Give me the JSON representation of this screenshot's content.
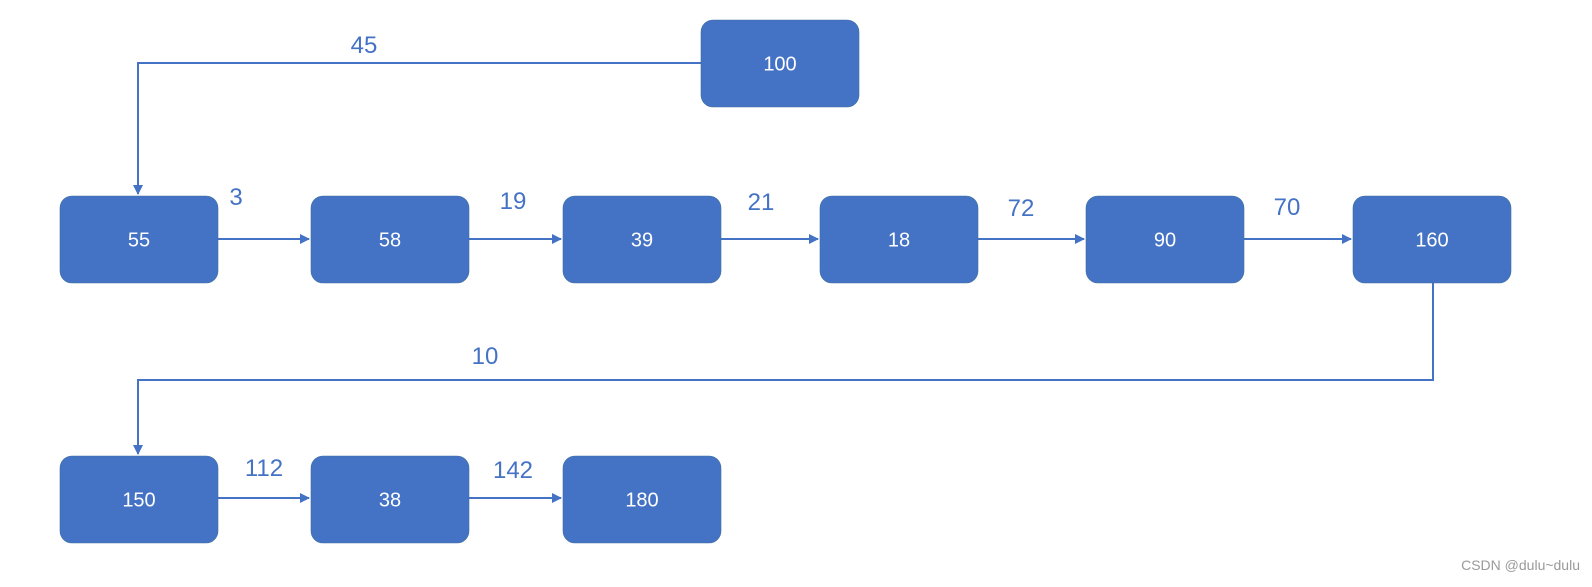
{
  "colors": {
    "node_fill": "#4472c4",
    "node_text": "#ffffff",
    "edge": "#4472c4",
    "edge_label": "#4472c4"
  },
  "nodes": [
    {
      "id": "n100",
      "label": "100"
    },
    {
      "id": "n55",
      "label": "55"
    },
    {
      "id": "n58",
      "label": "58"
    },
    {
      "id": "n39",
      "label": "39"
    },
    {
      "id": "n18",
      "label": "18"
    },
    {
      "id": "n90",
      "label": "90"
    },
    {
      "id": "n160",
      "label": "160"
    },
    {
      "id": "n150",
      "label": "150"
    },
    {
      "id": "n38",
      "label": "38"
    },
    {
      "id": "n180",
      "label": "180"
    }
  ],
  "edges": [
    {
      "from": "n100",
      "to": "n55",
      "label": "45"
    },
    {
      "from": "n55",
      "to": "n58",
      "label": "3"
    },
    {
      "from": "n58",
      "to": "n39",
      "label": "19"
    },
    {
      "from": "n39",
      "to": "n18",
      "label": "21"
    },
    {
      "from": "n18",
      "to": "n90",
      "label": "72"
    },
    {
      "from": "n90",
      "to": "n160",
      "label": "70"
    },
    {
      "from": "n160",
      "to": "n150",
      "label": "10"
    },
    {
      "from": "n150",
      "to": "n38",
      "label": "112"
    },
    {
      "from": "n38",
      "to": "n180",
      "label": "142"
    }
  ],
  "watermark": "CSDN @dulu~dulu"
}
